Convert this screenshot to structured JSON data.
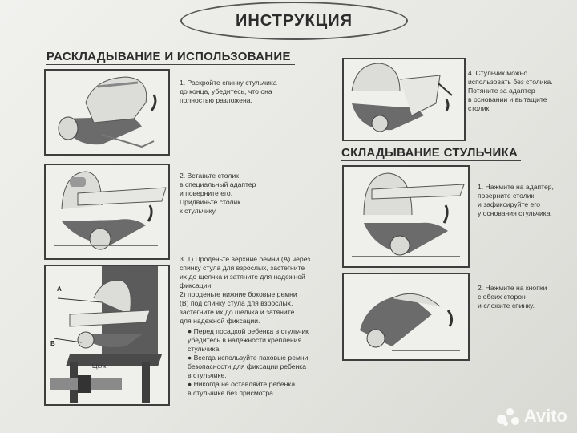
{
  "title": "ИНСТРУКЦИЯ",
  "sections": {
    "unfold": "РАСКЛАДЫВАНИЕ И ИСПОЛЬЗОВАНИЕ",
    "fold": "СКЛАДЫВАНИЕ СТУЛЬЧИКА"
  },
  "steps": {
    "s1": "1. Раскройте спинку стульчика\nдо конца, убедитесь, что она\nполностью разложена.",
    "s2": "2. Вставьте столик\nв специальный адаптер\nи поверните его.\nПридвиньте столик\nк стульчику.",
    "s3": "3. 1) Проденьте верхние ремни (А) через\nспинку стула для взрослых, застегните\nих до щелчка и затяните для надежной\nфиксации;\n2) проденьте нижние боковые ремни\n(В) под спинку стула для взрослых,\nзастегните их до щелчка и затяните\nдля надежной фиксации.",
    "s3_notes": "● Перед посадкой ребенка в стульчик\nубедитесь в надежности крепления\nстульчика.\n● Всегда используйте паховые ремни\nбезопасности для фиксации ребенка\nв стульчике.\n● Никогда не оставляйте ребенка\nв стульчике без присмотра.",
    "s4": "4. Стульчик можно\nиспользовать без столика.\nПотяните за адаптер\nв основании и вытащите\nстолик.",
    "f1": "1. Нажмите на адаптер,\nповерните столик\nи зафиксируйте его\nу основания стульчика.",
    "f2": "2. Нажмите на кнопки\nс обеих сторон\nи сложите спинку."
  },
  "labels": {
    "strap_a": "A",
    "strap_b": "B",
    "click": "Щелк!"
  },
  "watermark": "Avito",
  "colors": {
    "frame": "#3e3e3e",
    "seat_dark": "#6b6b6b",
    "seat_light": "#d8d8d4"
  }
}
